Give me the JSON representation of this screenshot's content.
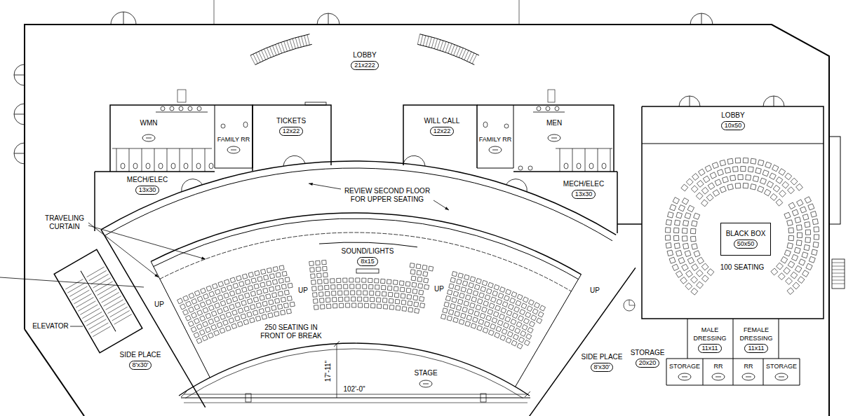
{
  "diagram": {
    "nodes": [
      {
        "text": [
          "LOBBY",
          "21x222"
        ]
      },
      {
        "text": [
          "WMN"
        ]
      },
      {
        "text": [
          "FAMILY RR"
        ]
      },
      {
        "text": [
          "TICKETS",
          "12x22"
        ]
      },
      {
        "text": [
          "WILL CALL",
          "12x22"
        ]
      },
      {
        "text": [
          "FAMILY RR"
        ]
      },
      {
        "text": [
          "MEN"
        ]
      },
      {
        "text": [
          "LOBBY",
          "10x50"
        ]
      },
      {
        "text": [
          "MECH/ELEC",
          "13x30"
        ]
      },
      {
        "text": [
          "MECH/ELEC",
          "13x30"
        ]
      },
      {
        "text": [
          "BLACK BOX",
          "50x50"
        ]
      },
      {
        "text": [
          "SOUND/LIGHTS",
          "8x15"
        ]
      },
      {
        "text": [
          "SIDE PLACE",
          "8'x30'"
        ]
      },
      {
        "text": [
          "SIDE PLACE",
          "8'x30'"
        ]
      },
      {
        "text": [
          "STORAGE",
          "20x20"
        ]
      },
      {
        "text": [
          "MALE DRESSING",
          "11x11"
        ]
      },
      {
        "text": [
          "FEMALE DRESSING",
          "11x11"
        ]
      },
      {
        "text": [
          "STAGE"
        ]
      },
      {
        "text": [
          "STORAGE"
        ]
      },
      {
        "text": [
          "RR"
        ]
      },
      {
        "text": [
          "RR"
        ]
      },
      {
        "text": [
          "STORAGE"
        ]
      }
    ],
    "labels": [
      "REVIEW SECOND FLOOR FOR UPPER SEATING",
      "TRAVELING CURTAIN",
      "UP",
      "UP",
      "UP",
      "UP",
      "ELEVATOR",
      "250 SEATING IN FRONT OF BREAK",
      "17'-11\"",
      "102'-0\"",
      "100 SEATING"
    ]
  }
}
